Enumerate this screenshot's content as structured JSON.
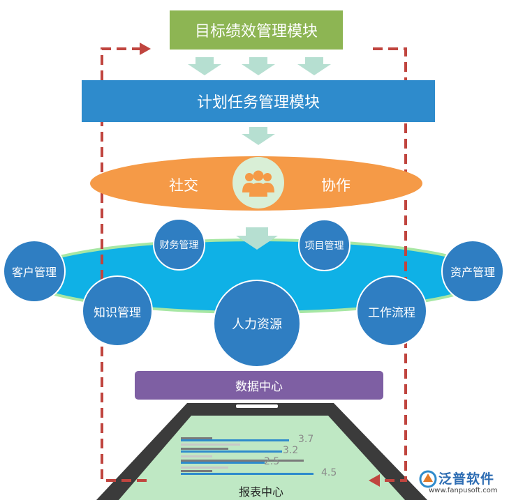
{
  "modules": {
    "top": "目标绩效管理模块",
    "plan": "计划任务管理模块",
    "social_left": "社交",
    "social_right": "协作",
    "data_center": "数据中心",
    "report_center": "报表中心"
  },
  "nodes": {
    "finance": "财务管理",
    "project": "项目管理",
    "customer": "客户管理",
    "asset": "资产管理",
    "knowledge": "知识管理",
    "workflow": "工作流程",
    "hr": "人力资源"
  },
  "bar_labels": [
    "3.7",
    "3.2",
    "2.5",
    "4.5"
  ],
  "logo": {
    "name": "泛普软件",
    "url": "www.fanpusoft.com"
  },
  "colors": {
    "top": "#8db553",
    "plan": "#2e8bcc",
    "social": "#f59a47",
    "ellipse": "#0fb1e6",
    "node": "#2f7ec2",
    "data_center": "#7e5fa3",
    "screen": "#bfe8c4",
    "phone": "#3b3b3b",
    "dashed": "#c0453f",
    "arrow": "#b6dfd1"
  }
}
